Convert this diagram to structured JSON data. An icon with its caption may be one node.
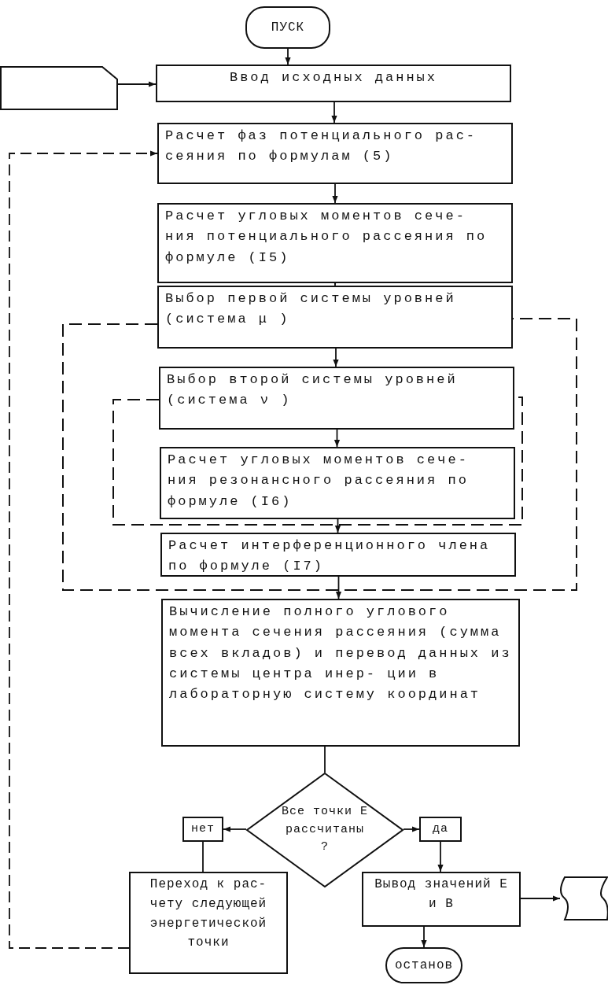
{
  "diagram": {
    "nodes": [
      {
        "text": [
          "ПУСК"
        ]
      },
      {
        "text": [],
        "shape": "card"
      },
      {
        "text": [
          "Ввод исходных данных"
        ]
      },
      {
        "text": [
          "Расчет фаз потенциального рас- сеяния по формулам (5)"
        ]
      },
      {
        "text": [
          "Расчет угловых моментов сече- ния потенциального рассеяния по формуле (I5)"
        ]
      },
      {
        "text": [
          "Выбор первой системы уровней (система μ )"
        ]
      },
      {
        "text": [
          "Выбор второй системы уровней (система ν )"
        ]
      },
      {
        "text": [
          "Расчет угловых моментов сече- ния резонансного рассеяния по формуле (I6)"
        ]
      },
      {
        "text": [
          "Расчет интерференционного члена по формуле (I7)"
        ]
      },
      {
        "text": [
          "Вычисление полного углового момента сечения рассеяния (сумма всех вкладов) и перевод данных из системы центра инер- ции в лабораторную систему координат"
        ]
      },
      {
        "text": [
          "Все точки E рассчитаны ?"
        ]
      },
      {
        "text": [
          "нет"
        ]
      },
      {
        "text": [
          "да"
        ]
      },
      {
        "text": [
          "Переход к рас- чету следующей энергетической точки"
        ]
      },
      {
        "text": [
          "Вывод значений E и B"
        ]
      },
      {
        "text": [],
        "shape": "tape"
      },
      {
        "text": [
          "останов"
        ]
      }
    ],
    "edges": [
      {
        "from": 0,
        "to": 2,
        "arrow": "to"
      },
      {
        "from": 1,
        "to": 2,
        "arrow": "to"
      },
      {
        "from": 2,
        "to": 3,
        "arrow": "to"
      },
      {
        "from": 3,
        "to": 4,
        "arrow": "to"
      },
      {
        "from": 4,
        "to": 5,
        "arrow": "to"
      },
      {
        "from": 5,
        "to": 6,
        "arrow": "to"
      },
      {
        "from": 6,
        "to": 7,
        "arrow": "to"
      },
      {
        "from": 7,
        "to": 8,
        "arrow": "to"
      },
      {
        "from": 8,
        "to": 9,
        "arrow": "to"
      },
      {
        "from": 9,
        "to": 10,
        "arrow": "none"
      },
      {
        "from": 10,
        "to": 11,
        "arrow": "to"
      },
      {
        "from": 10,
        "to": 12,
        "arrow": "to"
      },
      {
        "from": 11,
        "to": 13,
        "arrow": "none"
      },
      {
        "from": 12,
        "to": 14,
        "arrow": "to"
      },
      {
        "from": 14,
        "to": 15,
        "arrow": "to"
      },
      {
        "from": 14,
        "to": 16,
        "arrow": "to"
      },
      {
        "from": 13,
        "to": 3,
        "arrow": "to",
        "style": "dashed"
      }
    ]
  }
}
